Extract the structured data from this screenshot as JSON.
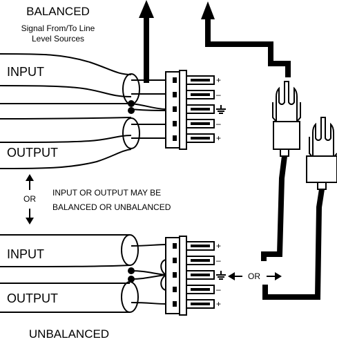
{
  "top": {
    "title": "BALANCED",
    "subtitle_line1": "Signal From/To Line",
    "subtitle_line2": "Level Sources"
  },
  "balanced": {
    "input_label": "INPUT",
    "output_label": "OUTPUT"
  },
  "middle": {
    "or_label": "OR",
    "note_line1": "INPUT OR OUTPUT MAY BE",
    "note_line2": "BALANCED OR UNBALANCED"
  },
  "unbalanced": {
    "input_label": "INPUT",
    "output_label": "OUTPUT",
    "or_label": "OR",
    "title": "UNBALANCED"
  },
  "terminals": {
    "plus": "+",
    "minus": "–"
  }
}
